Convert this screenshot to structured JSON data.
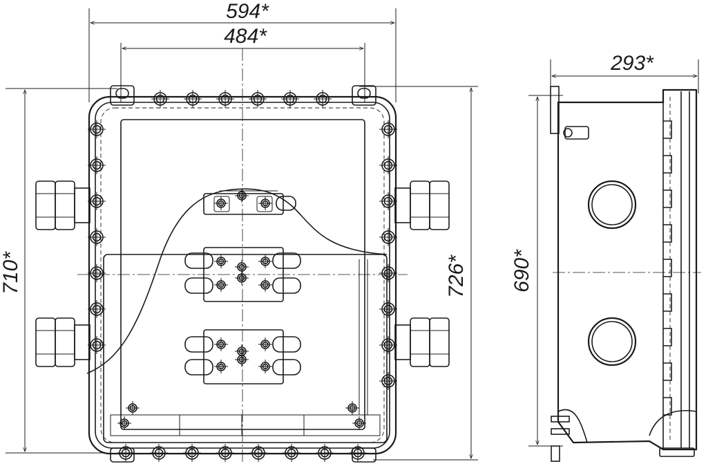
{
  "dimensions": {
    "overall_width": "594*",
    "mount_width": "484*",
    "left_height": "710*",
    "right_height": "726*",
    "side_depth": "293*",
    "side_height": "690*"
  },
  "views": {
    "front": {
      "top_bolts": 6,
      "bottom_bolts": 8,
      "left_bolts": 7,
      "right_bolts": 8,
      "left_glands": 2,
      "right_glands": 2,
      "terminal_rows": 3
    },
    "side": {
      "entry_holes": 2
    }
  }
}
